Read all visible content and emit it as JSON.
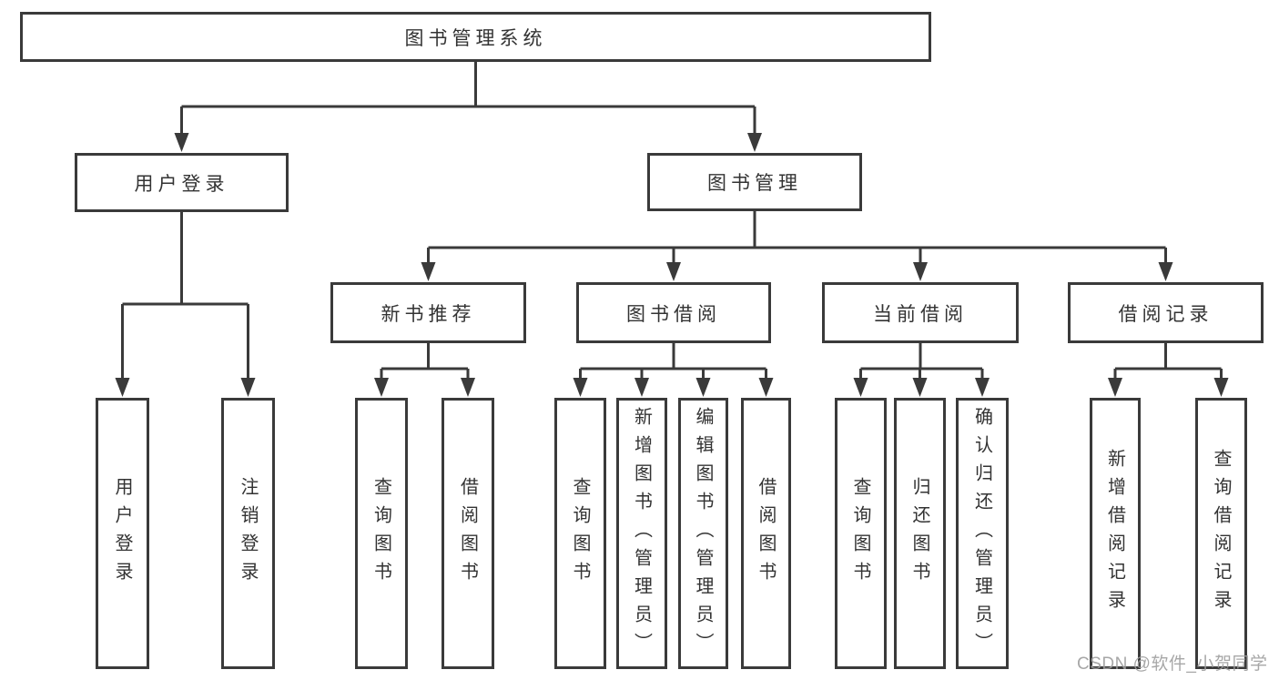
{
  "diagram": {
    "type": "hierarchy-tree",
    "title": "图书管理系统"
  },
  "nodes": {
    "root": "图书管理系统",
    "userLogin": "用户登录",
    "bookManagement": "图书管理",
    "newBookRecommend": "新书推荐",
    "bookBorrowing": "图书借阅",
    "currentBorrowing": "当前借阅",
    "borrowingRecords": "借阅记录",
    "loginLeaf": "用户登录",
    "logoutLeaf": "注销登录",
    "recommendQueryBooks": "查询图书",
    "recommendBorrowBooks": "借阅图书",
    "borrowQueryBooks": "查询图书",
    "borrowAddBooks": "新增图书（管理员）",
    "borrowEditBooks": "编辑图书（管理员）",
    "borrowBorrowBooks": "借阅图书",
    "currentQueryBooks": "查询图书",
    "currentReturnBooks": "归还图书",
    "currentConfirmReturn": "确认归还（管理员）",
    "recordsAddRecord": "新增借阅记录",
    "recordsQueryRecord": "查询借阅记录"
  },
  "structure": {
    "图书管理系统": {
      "用户登录": [
        "用户登录",
        "注销登录"
      ],
      "图书管理": {
        "新书推荐": [
          "查询图书",
          "借阅图书"
        ],
        "图书借阅": [
          "查询图书",
          "新增图书（管理员）",
          "编辑图书（管理员）",
          "借阅图书"
        ],
        "当前借阅": [
          "查询图书",
          "归还图书",
          "确认归还（管理员）"
        ],
        "借阅记录": [
          "新增借阅记录",
          "查询借阅记录"
        ]
      }
    }
  },
  "watermark": "CSDN @软件_小贺同学",
  "colors": {
    "line": "#3a3a3a",
    "text": "#333333",
    "watermark": "#9e9e9e",
    "background": "#ffffff"
  }
}
